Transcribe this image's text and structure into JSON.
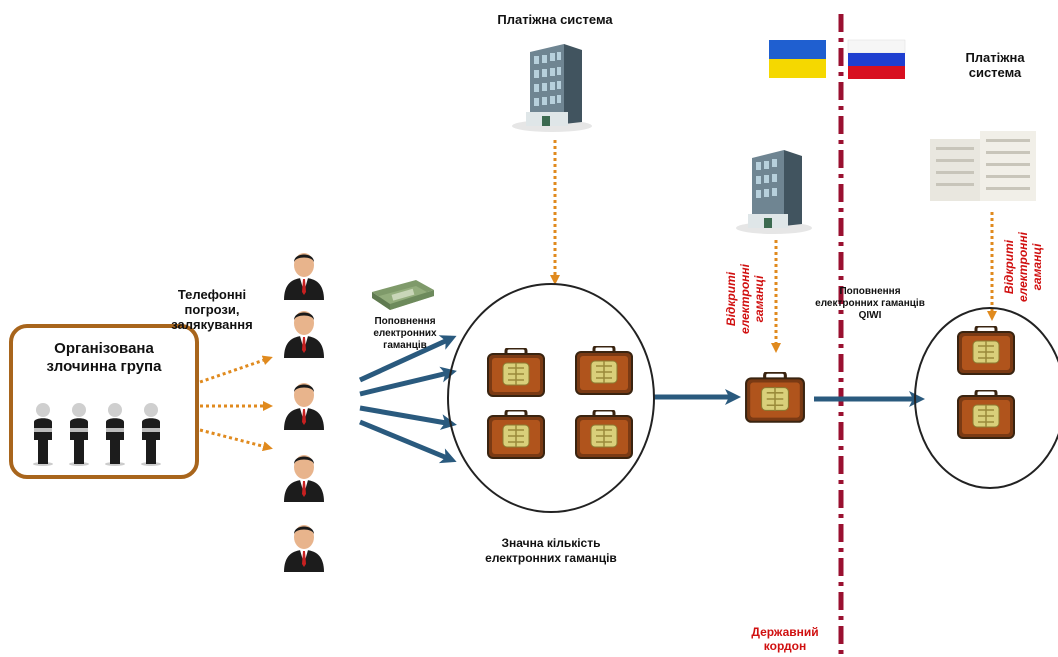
{
  "labels": {
    "payment_system_top": "Платіжна система",
    "payment_system_right": "Платіжна\nсистема",
    "group": "Організована\nзлочинна група",
    "threats": "Телефонні\nпогрози,\nзалякування",
    "topup": "Поповнення\nелектронних\nгаманців",
    "many_wallets": "Значна кількість\nелектронних гаманців",
    "open_wallets_1": "Відкриті\nелектронні\nгаманці",
    "open_wallets_2": "Відкриті\nелектронні\nгаманці",
    "topup_qiwi": "Поповнення\nелектронних гаманців\nQIWI",
    "border": "Державний\nкордон"
  },
  "colors": {
    "group_border": "#a8651c",
    "dotted_arrow": "#e08a1e",
    "solid_arrow": "#2a5a7e",
    "border_line": "#9a1030",
    "red_text": "#d01010",
    "flag_ua_top": "#1f5fd0",
    "flag_ua_bottom": "#f5d800",
    "flag_ru_top": "#ffffff",
    "flag_ru_mid": "#1f3fd0",
    "flag_ru_bottom": "#d81020"
  },
  "icons": {
    "victim": "businessman-icon",
    "member": "mannequin-icon",
    "building": "office-building-icon",
    "wallet": "wallet-case-icon",
    "money": "money-stack-icon"
  }
}
